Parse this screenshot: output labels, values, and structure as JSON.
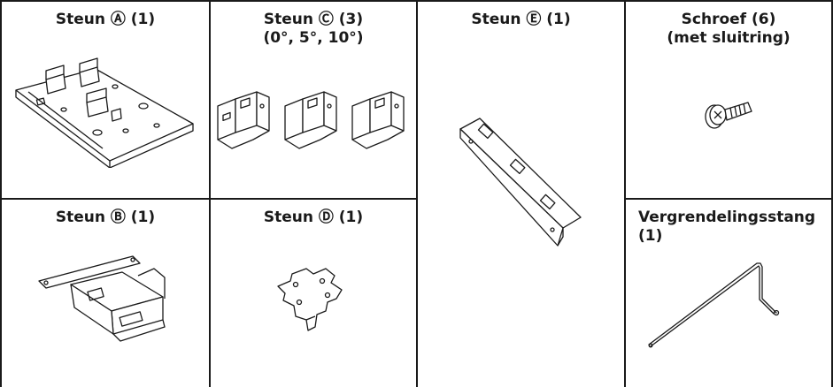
{
  "parts": [
    {
      "id": "a",
      "title": "Steun Ⓐ (1)",
      "icon": "bracket-a-plate"
    },
    {
      "id": "c",
      "title": "Steun Ⓒ (3)\n(0°, 5°, 10°)",
      "icon": "bracket-c-angled-sleeves"
    },
    {
      "id": "e",
      "title": "Steun Ⓔ (1)",
      "icon": "bracket-e-long-strip"
    },
    {
      "id": "screw",
      "title": "Schroef (6)\n(met sluitring)",
      "icon": "screw-with-washer"
    },
    {
      "id": "b",
      "title": "Steun Ⓑ (1)",
      "icon": "bracket-b-holder"
    },
    {
      "id": "d",
      "title": "Steun Ⓓ (1)",
      "icon": "bracket-d-small-plate"
    },
    {
      "id": "rod",
      "title": "Vergrendelingsstang\n(1)",
      "icon": "locking-rod"
    }
  ]
}
